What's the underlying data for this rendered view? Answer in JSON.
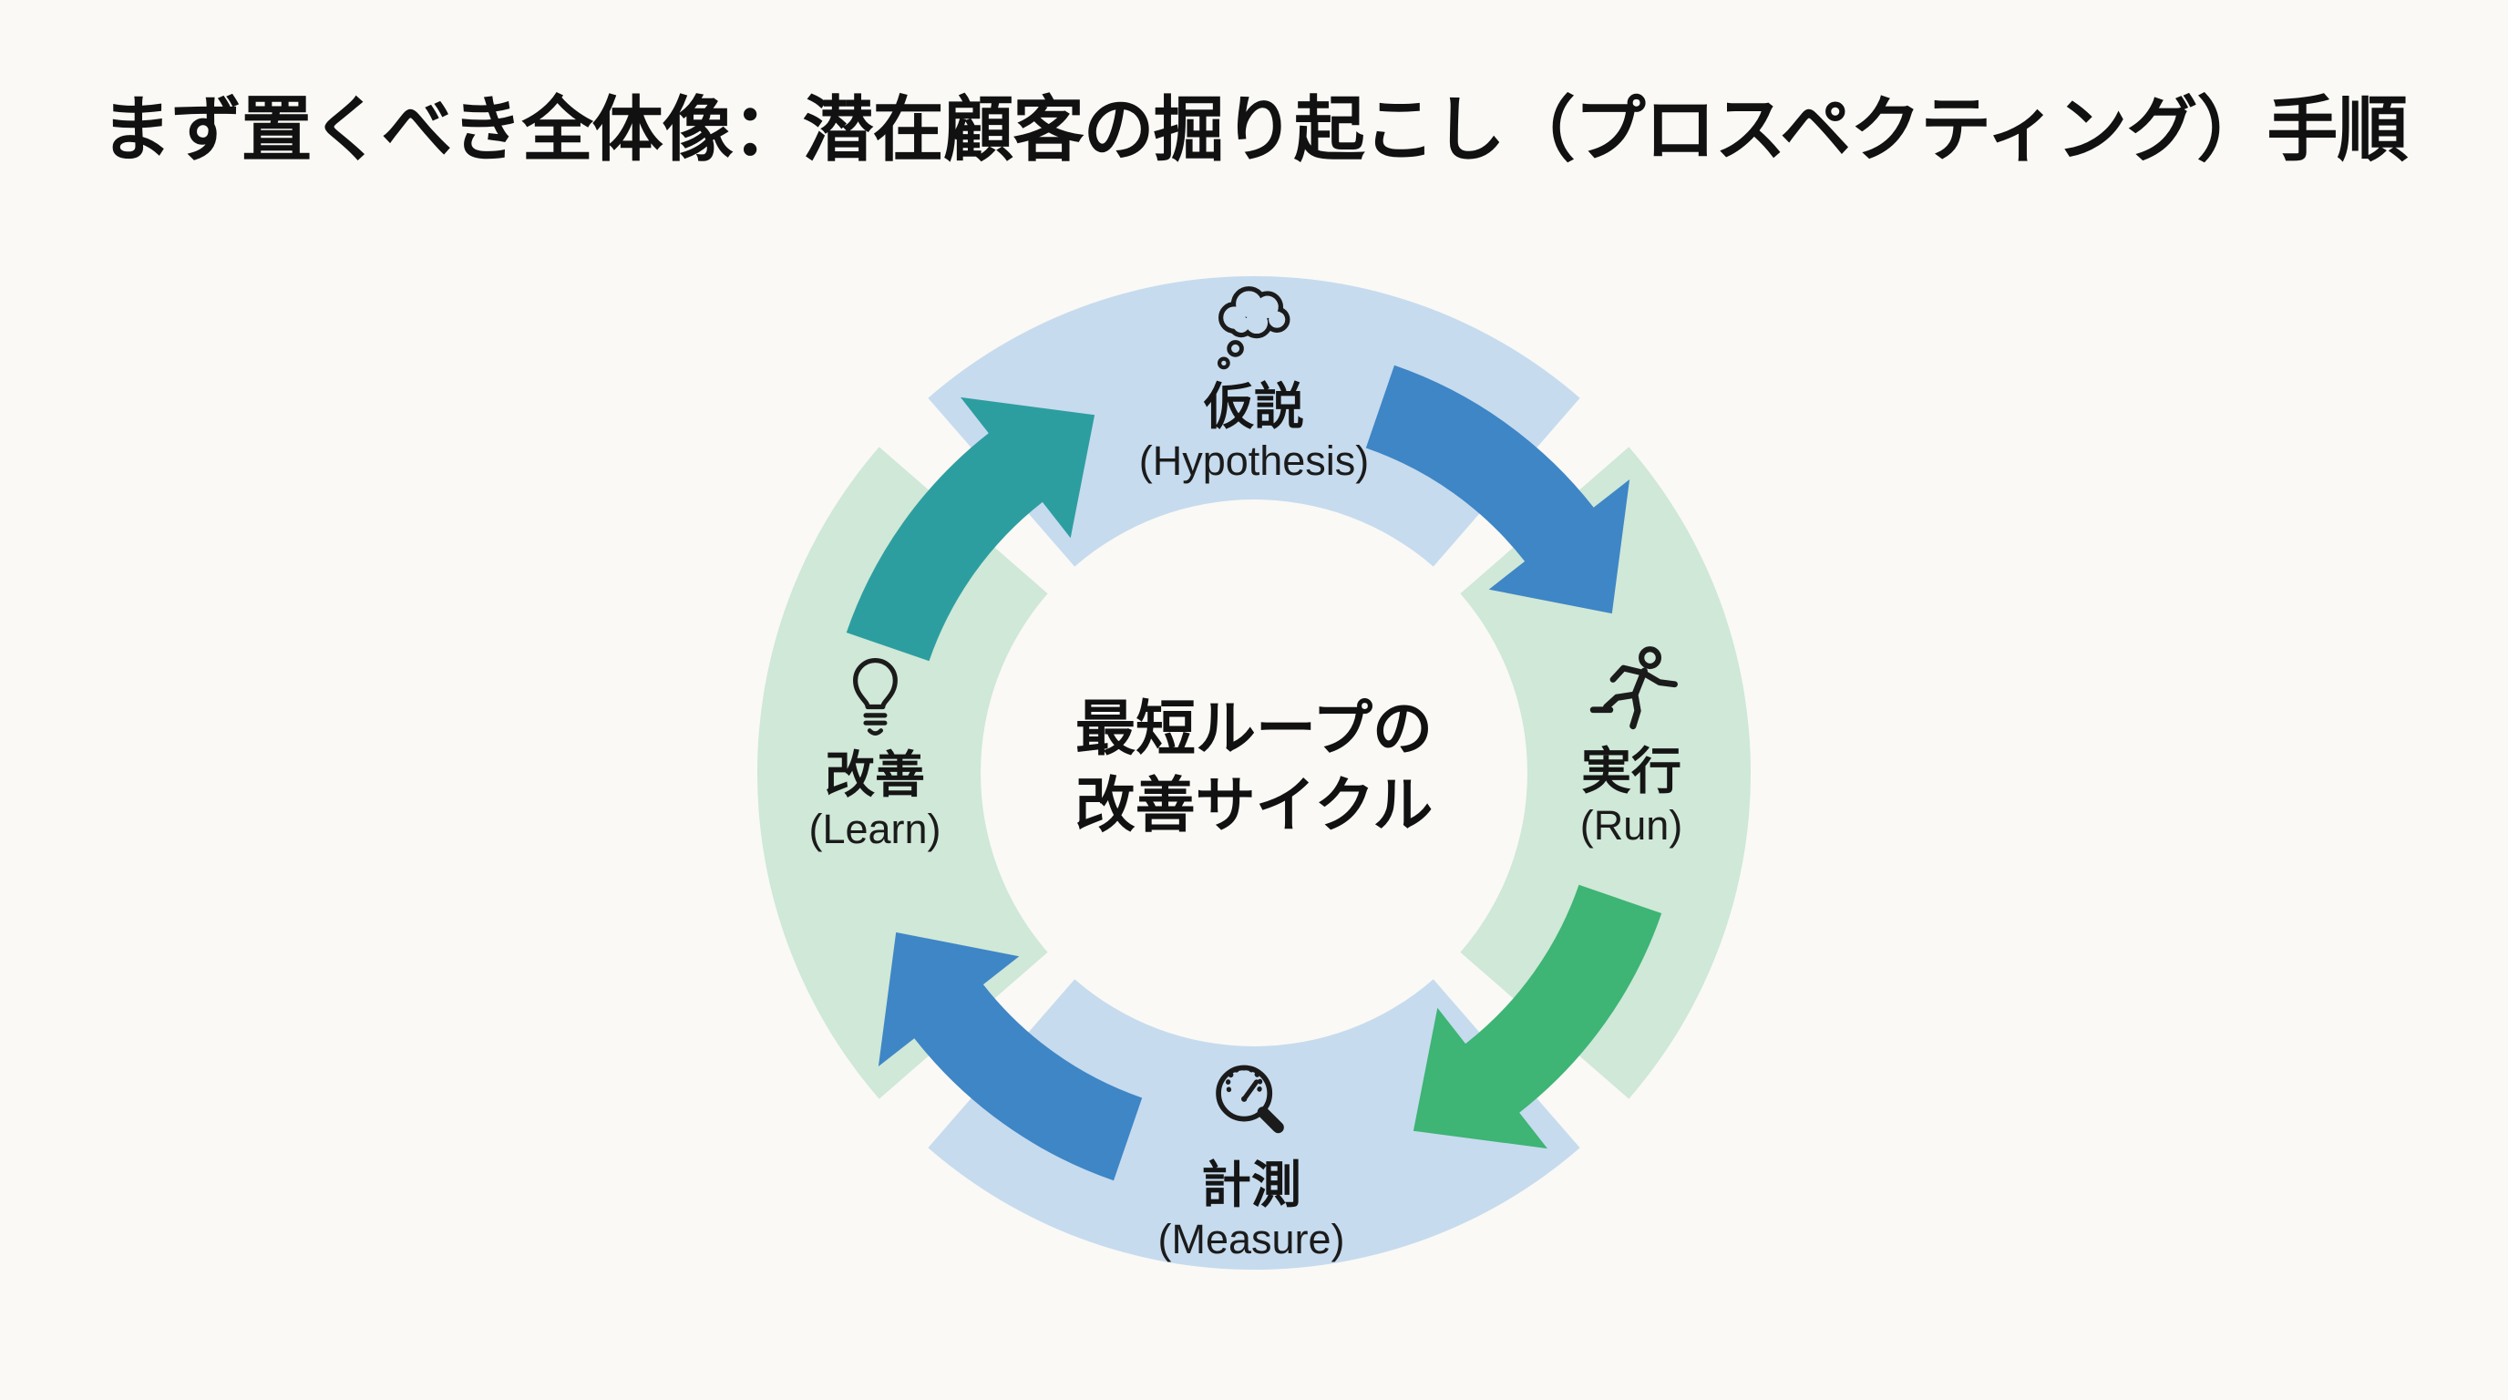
{
  "title": "まず置くべき全体像：潜在顧客の掘り起こし（プロスペクティング）手順",
  "center": {
    "line1": "最短ループの",
    "line2": "改善サイクル"
  },
  "stages": [
    {
      "id": "hypothesis",
      "label": "仮説",
      "sublabel": "(Hypothesis)",
      "icon": "thought-bubble-icon",
      "segment_color": "#c6dbee",
      "position": "top"
    },
    {
      "id": "run",
      "label": "実行",
      "sublabel": "(Run)",
      "icon": "runner-icon",
      "segment_color": "#cfe8d7",
      "position": "right"
    },
    {
      "id": "measure",
      "label": "計測",
      "sublabel": "(Measure)",
      "icon": "gauge-magnifier-icon",
      "segment_color": "#c6dbee",
      "position": "bottom"
    },
    {
      "id": "learn",
      "label": "改善",
      "sublabel": "(Learn)",
      "icon": "lightbulb-icon",
      "segment_color": "#cfe8d7",
      "position": "left"
    }
  ],
  "arrows": [
    {
      "name": "learn-to-hypothesis",
      "color": "#2d9ea0",
      "direction": "up-right"
    },
    {
      "name": "hypothesis-to-run",
      "color": "#3e86c6",
      "direction": "down-right"
    },
    {
      "name": "run-to-measure",
      "color": "#3eb475",
      "direction": "down-left"
    },
    {
      "name": "measure-to-learn",
      "color": "#3e86c6",
      "direction": "up-left"
    }
  ],
  "colors": {
    "background": "#faf9f5",
    "segment_blue": "#c6dbee",
    "segment_green": "#cfe8d7",
    "arrow_blue": "#3e86c6",
    "arrow_teal": "#2d9ea0",
    "arrow_green": "#3eb475",
    "icon_stroke": "#1b1b1b",
    "text": "#111111"
  }
}
